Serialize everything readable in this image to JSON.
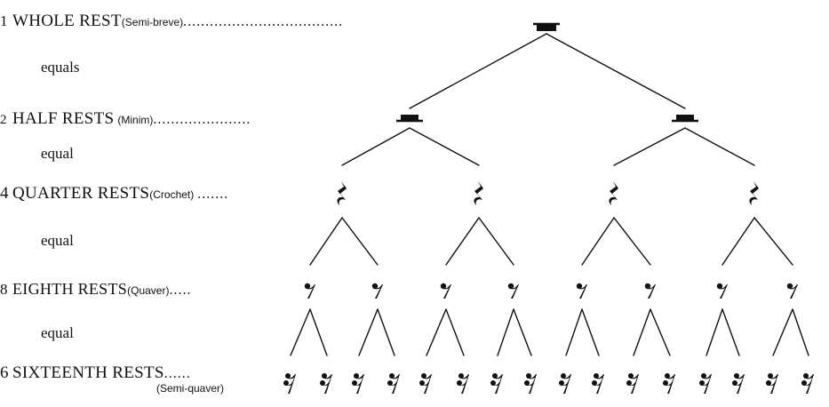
{
  "rows": [
    {
      "count": "1",
      "name": "WHOLE REST",
      "sub": "(Semi-breve)",
      "dots": "...................................."
    },
    {
      "count": "2",
      "name": "HALF RESTS",
      "sub": "(Minim)",
      "dots": "......................"
    },
    {
      "count": "4",
      "name": "QUARTER RESTS",
      "sub": "(Crochet)",
      "dots": "......."
    },
    {
      "count": "8",
      "name": "EIGHTH RESTS",
      "sub": "(Quaver)",
      "dots": "....."
    },
    {
      "count": "6",
      "name": "SIXTEENTH RESTS",
      "sub": "(Semi-quaver)",
      "dots": "......"
    }
  ],
  "connectors": [
    "equals",
    "equal",
    "equal",
    "equal"
  ]
}
